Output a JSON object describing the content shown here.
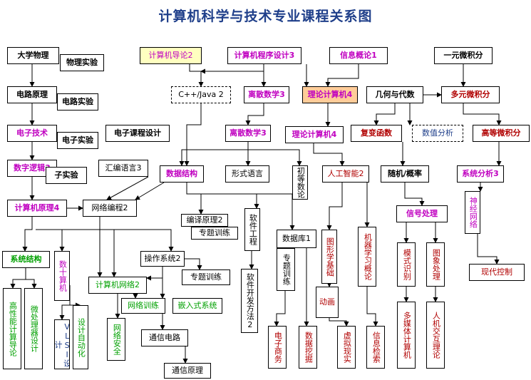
{
  "title": "计算机科学与技术专业课程关系图",
  "colors": {
    "line": "#000000",
    "magenta": "#c000c0",
    "green": "#00a000",
    "red": "#b00000",
    "blue": "#1f3f8a"
  },
  "nodes": [
    {
      "id": "dxwl",
      "label": "大学物理",
      "cls": "b"
    },
    {
      "id": "wlsy",
      "label": "物理实验",
      "cls": "b"
    },
    {
      "id": "jsjdl",
      "label": "计算机导论2",
      "cls": "mag yel"
    },
    {
      "id": "cxsj",
      "label": "计算机程序设计3",
      "cls": "mag b"
    },
    {
      "id": "xxgl",
      "label": "信息概论1",
      "cls": "mag b"
    },
    {
      "id": "yywjf",
      "label": "一元微积分",
      "cls": "b"
    },
    {
      "id": "dlyl",
      "label": "电路原理",
      "cls": "b"
    },
    {
      "id": "dlsy",
      "label": "电路实验",
      "cls": "b"
    },
    {
      "id": "cpp",
      "label": "C++/Java 2",
      "cls": "dash"
    },
    {
      "id": "lssx1",
      "label": "离散数学3",
      "cls": "mag b"
    },
    {
      "id": "lljsj1",
      "label": "理论计算机4",
      "cls": "mag b org"
    },
    {
      "id": "jhds",
      "label": "几何与代数",
      "cls": "b"
    },
    {
      "id": "dywjf",
      "label": "多元微积分",
      "cls": "red b"
    },
    {
      "id": "dzjs",
      "label": "电子技术",
      "cls": "mag b"
    },
    {
      "id": "dzsy",
      "label": "电子实验",
      "cls": "b"
    },
    {
      "id": "dzkcsj",
      "label": "电子课程设计",
      "cls": "b"
    },
    {
      "id": "lssx2",
      "label": "离散数学3",
      "cls": "mag b"
    },
    {
      "id": "lljsj2",
      "label": "理论计算机4",
      "cls": "mag b"
    },
    {
      "id": "fbhs",
      "label": "复变函数",
      "cls": "red b"
    },
    {
      "id": "szfx",
      "label": "数值分析",
      "cls": "blu dash"
    },
    {
      "id": "gdwjf",
      "label": "高等微积分",
      "cls": "red b"
    },
    {
      "id": "szlj",
      "label": "数字逻辑3",
      "cls": "mag b"
    },
    {
      "id": "szsy",
      "label": "子实验",
      "cls": "b"
    },
    {
      "id": "hbyy",
      "label": "汇编语言3",
      "cls": ""
    },
    {
      "id": "sjjg",
      "label": "数据结构",
      "cls": "mag b"
    },
    {
      "id": "xsyy",
      "label": "形式语言",
      "cls": ""
    },
    {
      "id": "qdsl",
      "label": "初等数论",
      "cls": "vert"
    },
    {
      "id": "rgzn",
      "label": "人工智能2",
      "cls": "red"
    },
    {
      "id": "sjgl",
      "label": "随机/概率",
      "cls": "b"
    },
    {
      "id": "xtfx",
      "label": "系统分析3",
      "cls": "mag b"
    },
    {
      "id": "jsjyl",
      "label": "计算机原理4",
      "cls": "mag b"
    },
    {
      "id": "wlbc",
      "label": "网络编程2",
      "cls": ""
    },
    {
      "id": "byyl",
      "label": "编译原理2",
      "cls": ""
    },
    {
      "id": "ztxl1",
      "label": "专题训练",
      "cls": ""
    },
    {
      "id": "rjgc",
      "label": "软件工程",
      "cls": "vert"
    },
    {
      "id": "sjk",
      "label": "数据库1",
      "cls": ""
    },
    {
      "id": "ztxl2",
      "label": "专题训练",
      "cls": "vert"
    },
    {
      "id": "txjc",
      "label": "图形学基础",
      "cls": "red vert"
    },
    {
      "id": "jqxx",
      "label": "机器学习概论",
      "cls": "red vert"
    },
    {
      "id": "xhcl",
      "label": "信号处理",
      "cls": "mag b"
    },
    {
      "id": "sjwl",
      "label": "神经网络",
      "cls": "mag vert"
    },
    {
      "id": "xtjg",
      "label": "系统结构",
      "cls": "grn b"
    },
    {
      "id": "sjsj",
      "label": "数十算机",
      "cls": "mag vert"
    },
    {
      "id": "czxt",
      "label": "操作系统2",
      "cls": ""
    },
    {
      "id": "ztxl3",
      "label": "专题训练",
      "cls": ""
    },
    {
      "id": "rjkf",
      "label": "软件开发方法2",
      "cls": "vert"
    },
    {
      "id": "mssb",
      "label": "模式识别",
      "cls": "red vert"
    },
    {
      "id": "txcl",
      "label": "图象处理",
      "cls": "red vert"
    },
    {
      "id": "xdkz",
      "label": "现代控制",
      "cls": "red"
    },
    {
      "id": "jsjwl",
      "label": "计算机网络2",
      "cls": "grn"
    },
    {
      "id": "dh",
      "label": "动画",
      "cls": "red"
    },
    {
      "id": "gxnjs",
      "label": "高性能计算导论",
      "cls": "grn vert"
    },
    {
      "id": "wclq",
      "label": "微处理器设计",
      "cls": "grn vert"
    },
    {
      "id": "vlsi",
      "label": "VLSI设计",
      "cls": "blu vert"
    },
    {
      "id": "sjzdh",
      "label": "设计自动化",
      "cls": "grn vert"
    },
    {
      "id": "wlxl",
      "label": "网络训练",
      "cls": "grn"
    },
    {
      "id": "qrsxt",
      "label": "嵌入式系统",
      "cls": "grn"
    },
    {
      "id": "wlaq",
      "label": "网络安全",
      "cls": "grn vert"
    },
    {
      "id": "txdl",
      "label": "通信电路",
      "cls": ""
    },
    {
      "id": "dzsw",
      "label": "电子商务",
      "cls": "red vert"
    },
    {
      "id": "sjwj",
      "label": "数据挖掘",
      "cls": "red vert"
    },
    {
      "id": "xnxs",
      "label": "虚拟现实",
      "cls": "red vert"
    },
    {
      "id": "xxjs",
      "label": "信息检索",
      "cls": "red vert"
    },
    {
      "id": "dmt",
      "label": "多媒体计算机",
      "cls": "red vert"
    },
    {
      "id": "rjjh",
      "label": "人机交互理论",
      "cls": "red vert"
    },
    {
      "id": "txyl",
      "label": "通信原理",
      "cls": ""
    }
  ]
}
